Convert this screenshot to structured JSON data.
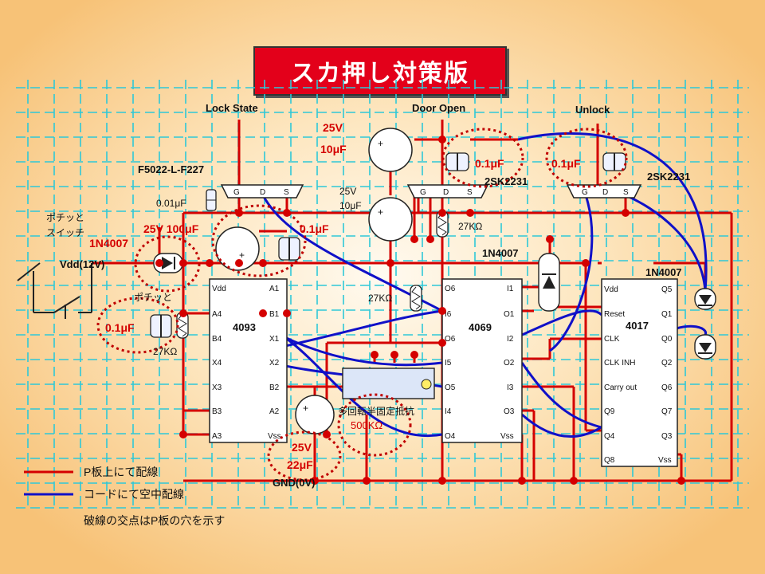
{
  "title": "スカ押し対策版",
  "labels": {
    "lock_state": "Lock State",
    "door_open": "Door Open",
    "unlock": "Unlock",
    "f5022": "F5022-L-F227",
    "sk1": "2SK2231",
    "sk2": "2SK2231",
    "vdd": "Vdd(12V)",
    "gnd": "GND(0V)",
    "switch1": "ポチッと",
    "switch2": "スイッチ",
    "switch3": "ポチッと",
    "pot1": "多回転半固定抵抗",
    "pot2": "500KΩ"
  },
  "components": {
    "c_10u_v": "25V",
    "c_10u_c": "10μF",
    "c_10u_b_v": "25V",
    "c_10u_b_c": "10μF",
    "c_001": "0.01μF",
    "c_100u": "25V 100μF",
    "c_01a": "0.1μF",
    "c_01b": "0.1μF",
    "c_01c": "0.1μF",
    "c_01d": "0.1μF",
    "c_22u_v": "25V",
    "c_22u_c": "22μF",
    "r27a": "27KΩ",
    "r27b": "27KΩ",
    "r27c": "27KΩ",
    "d1": "1N4007",
    "d2": "1N4007",
    "d3": "1N4007"
  },
  "fet_pins": {
    "g": "G",
    "d": "D",
    "s": "S"
  },
  "ic4093": {
    "name": "4093",
    "left": [
      "Vdd",
      "A4",
      "B4",
      "X4",
      "X3",
      "B3",
      "A3"
    ],
    "right": [
      "A1",
      "B1",
      "X1",
      "X2",
      "B2",
      "A2",
      "Vss"
    ]
  },
  "ic4069": {
    "name": "4069",
    "left": [
      "O6",
      "I6",
      "O6",
      "I5",
      "O5",
      "I4",
      "O4"
    ],
    "right": [
      "I1",
      "O1",
      "I2",
      "O2",
      "I3",
      "O3",
      "Vss"
    ]
  },
  "ic4017": {
    "name": "4017",
    "left": [
      "Vdd",
      "Reset",
      "CLK",
      "CLK INH",
      "Carry out",
      "Q9",
      "Q4",
      "Q8"
    ],
    "right": [
      "Q5",
      "Q1",
      "Q0",
      "Q2",
      "Q6",
      "Q7",
      "Q3",
      "Vss"
    ]
  },
  "legend": {
    "red_line": "P板上にて配線",
    "blue_line": "コードにて空中配線",
    "dots_note": "破線の交点はP板の穴を示す"
  },
  "colors": {
    "red_wire": "#d40000",
    "blue_wire": "#1010c8",
    "grid": "#2ec8d8",
    "title_bg": "#e3001a"
  }
}
